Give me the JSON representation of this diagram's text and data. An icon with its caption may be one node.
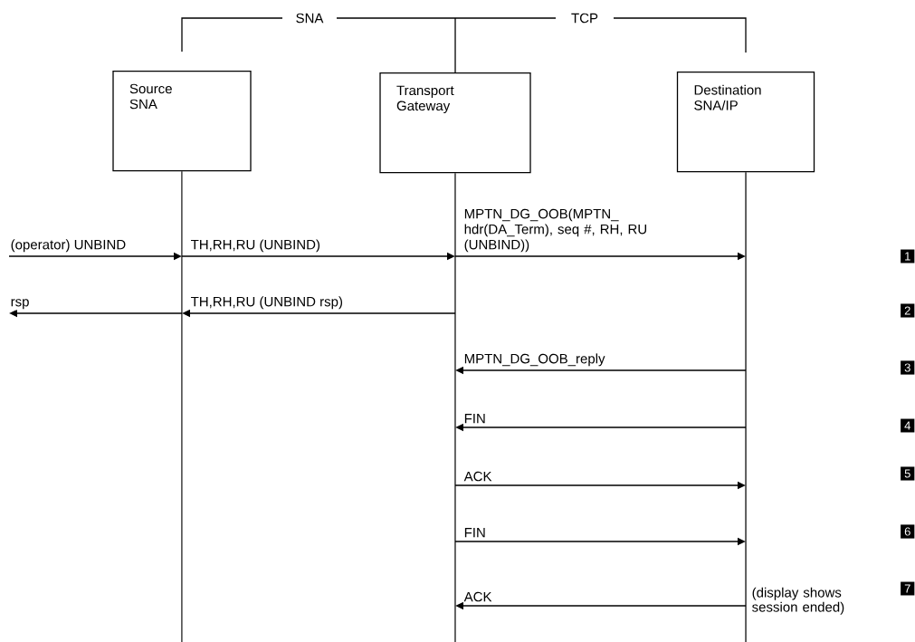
{
  "diagram": {
    "nodes": [
      {
        "text": [
          "Source SNA"
        ]
      },
      {
        "text": [
          "Transport Gateway"
        ]
      },
      {
        "text": [
          "Destination SNA/IP"
        ]
      }
    ],
    "edges": [
      {
        "from": null,
        "to": 0,
        "arrow": "to",
        "label": "(operator) UNBIND"
      },
      {
        "from": 0,
        "to": 1,
        "arrow": "to",
        "label": "TH,RH,RU (UNBIND)"
      },
      {
        "from": 1,
        "to": 2,
        "arrow": "to",
        "label": "MPTN_DG_OOB(MPTN_ hdr(DA_Term), seq #, RH, RU (UNBIND))"
      },
      {
        "from": 0,
        "to": null,
        "arrow": "to",
        "label": "rsp"
      },
      {
        "from": 1,
        "to": 0,
        "arrow": "to",
        "label": "TH,RH,RU (UNBIND rsp)"
      },
      {
        "from": 2,
        "to": 1,
        "arrow": "to",
        "label": "MPTN_DG_OOB_reply"
      },
      {
        "from": 2,
        "to": 1,
        "arrow": "to",
        "label": "FIN"
      },
      {
        "from": 1,
        "to": 2,
        "arrow": "to",
        "label": "ACK"
      },
      {
        "from": 1,
        "to": 2,
        "arrow": "to",
        "label": "FIN"
      },
      {
        "from": 2,
        "to": 1,
        "arrow": "to",
        "label": "ACK"
      }
    ],
    "labels": [
      "SNA",
      "TCP",
      "1",
      "2",
      "3",
      "4",
      "5",
      "6",
      "7",
      "(display shows session ended)"
    ]
  }
}
